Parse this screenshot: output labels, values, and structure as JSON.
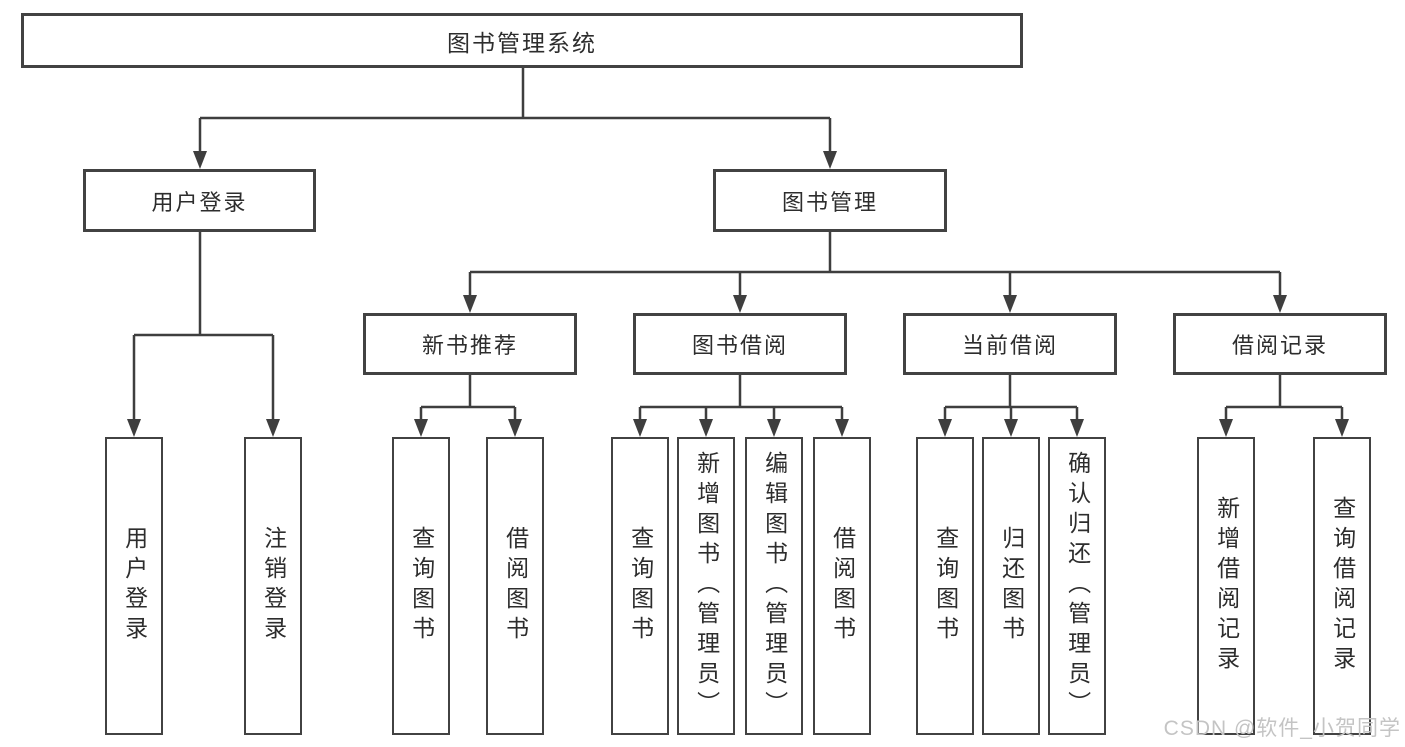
{
  "tree": {
    "label": "图书管理系统",
    "children": [
      {
        "label": "用户登录",
        "children": [
          {
            "label": "用户登录"
          },
          {
            "label": "注销登录"
          }
        ]
      },
      {
        "label": "图书管理",
        "children": [
          {
            "label": "新书推荐",
            "children": [
              {
                "label": "查询图书"
              },
              {
                "label": "借阅图书"
              }
            ]
          },
          {
            "label": "图书借阅",
            "children": [
              {
                "label": "查询图书"
              },
              {
                "label": "新增图书（管理员）"
              },
              {
                "label": "编辑图书（管理员）"
              },
              {
                "label": "借阅图书"
              }
            ]
          },
          {
            "label": "当前借阅",
            "children": [
              {
                "label": "查询图书"
              },
              {
                "label": "归还图书"
              },
              {
                "label": "确认归还（管理员）"
              }
            ]
          },
          {
            "label": "借阅记录",
            "children": [
              {
                "label": "新增借阅记录"
              },
              {
                "label": "查询借阅记录"
              }
            ]
          }
        ]
      }
    ]
  },
  "watermark": {
    "text": "CSDN @软件_小贺同学"
  },
  "colors": {
    "line": "#3e3e3e",
    "box_border": "#424242",
    "text": "#2d2d2d",
    "watermark": "#c4c4c4",
    "background": "#ffffff"
  }
}
